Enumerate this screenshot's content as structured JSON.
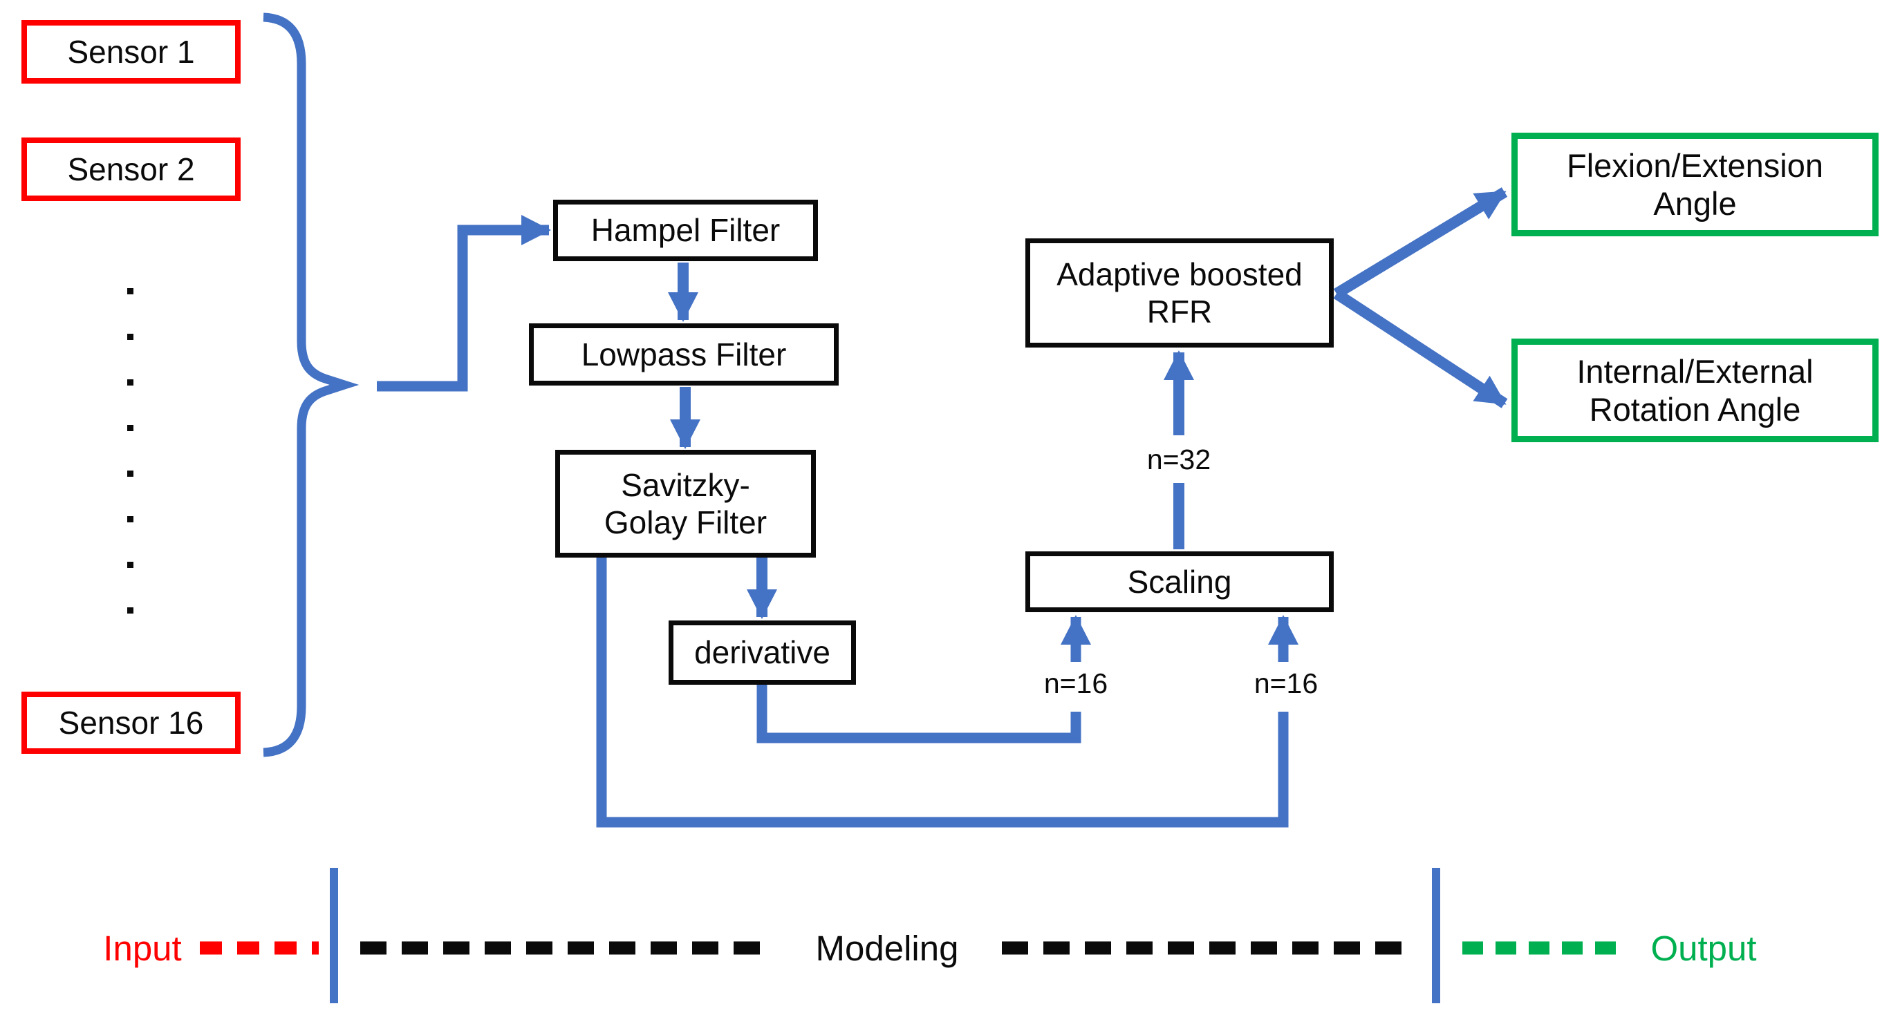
{
  "colors": {
    "accent_blue": "#4472C4",
    "input_red": "#FF0000",
    "output_green": "#00B050",
    "text_black": "#0a0a0a"
  },
  "sensors": {
    "labels": [
      "Sensor 1",
      "Sensor 2",
      "Sensor 16"
    ],
    "ellipsis_dots": 8
  },
  "pipeline": {
    "hampel": "Hampel Filter",
    "lowpass": "Lowpass Filter",
    "savgol": "Savitzky-Golay Filter",
    "derivative": "derivative",
    "scaling": "Scaling",
    "model": "Adaptive boosted RFR"
  },
  "annotations": {
    "n16_left": "n=16",
    "n16_right": "n=16",
    "n32": "n=32"
  },
  "outputs": {
    "flexion": "Flexion/Extension Angle",
    "rotation": "Internal/External Rotation Angle"
  },
  "legend": {
    "input": "Input",
    "modeling": "Modeling",
    "output": "Output"
  }
}
